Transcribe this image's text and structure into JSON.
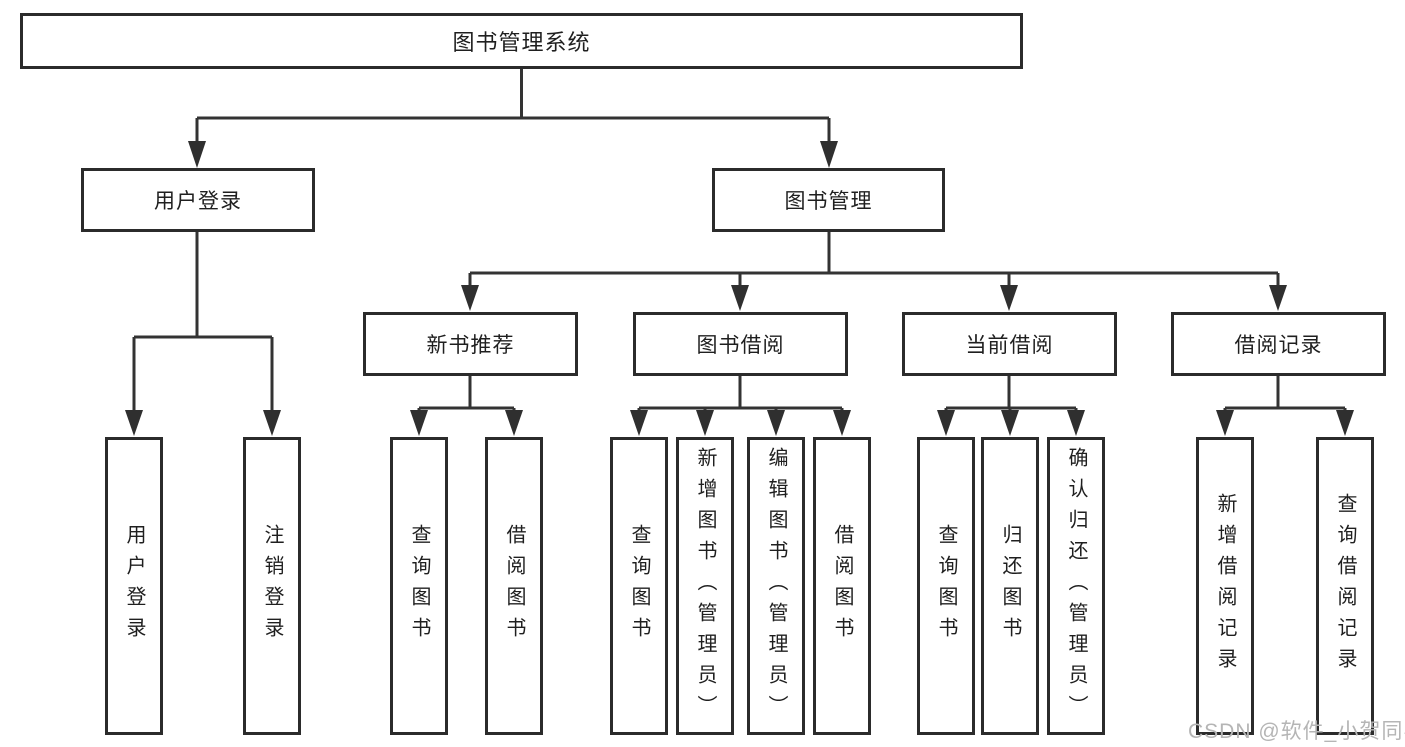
{
  "tree": {
    "root": "图书管理系统",
    "children": [
      {
        "label": "用户登录",
        "children": [
          "用户登录",
          "注销登录"
        ]
      },
      {
        "label": "图书管理",
        "children": [
          {
            "label": "新书推荐",
            "children": [
              "查询图书",
              "借阅图书"
            ]
          },
          {
            "label": "图书借阅",
            "children": [
              "查询图书",
              "新增图书（管理员）",
              "编辑图书（管理员）",
              "借阅图书"
            ]
          },
          {
            "label": "当前借阅",
            "children": [
              "查询图书",
              "归还图书",
              "确认归还（管理员）"
            ]
          },
          {
            "label": "借阅记录",
            "children": [
              "新增借阅记录",
              "查询借阅记录"
            ]
          }
        ]
      }
    ]
  },
  "watermark": {
    "text": "CSDN @软件_小贺同学"
  },
  "colors": {
    "background": "#ffffff",
    "line": "#333333",
    "box_border": "#2b2b2b",
    "box_fill": "#ffffff",
    "text": "#1f1f1f",
    "watermark": "#b5b5b5"
  }
}
